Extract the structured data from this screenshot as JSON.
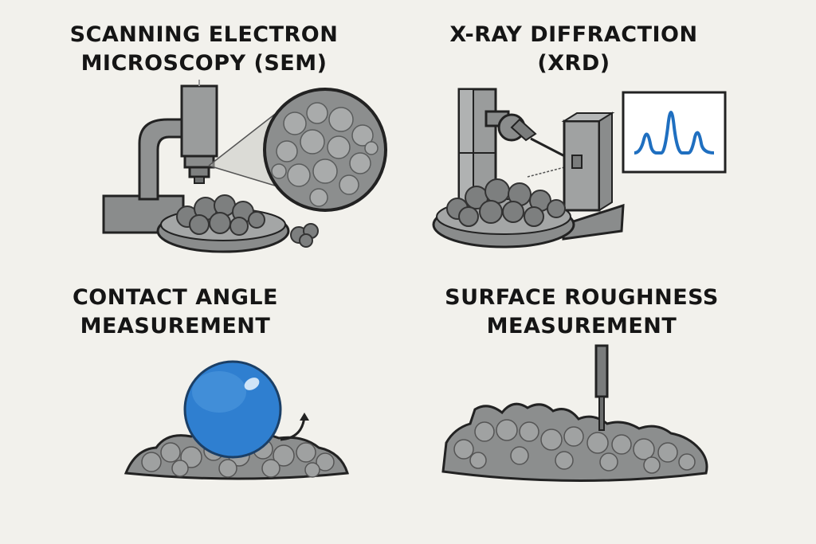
{
  "panels": [
    {
      "id": "sem",
      "title_line1": "SCANNING ELECTRON",
      "title_line2": "MICROSCOPY (SEM)"
    },
    {
      "id": "xrd",
      "title_line1": "X-RAY DIFFRACTION",
      "title_line2": "(XRD)"
    },
    {
      "id": "contact-angle",
      "title_line1": "CONTACT ANGLE",
      "title_line2": "MEASUREMENT"
    },
    {
      "id": "surface-roughness",
      "title_line1": "SURFACE ROUGHNESS",
      "title_line2": "MEASUREMENT"
    }
  ],
  "colors": {
    "background": "#f2f1ec",
    "outline": "#222222",
    "metal_gray": "#8a8c8c",
    "material_gray": "#7d7f7f",
    "droplet_blue": "#2f7fd0",
    "graph_line_blue": "#1f6fc0"
  },
  "icons": [
    "microscope-icon",
    "xrd-diffractometer-icon",
    "diffraction-pattern-graph",
    "water-droplet-icon",
    "profilometer-stylus-icon"
  ]
}
